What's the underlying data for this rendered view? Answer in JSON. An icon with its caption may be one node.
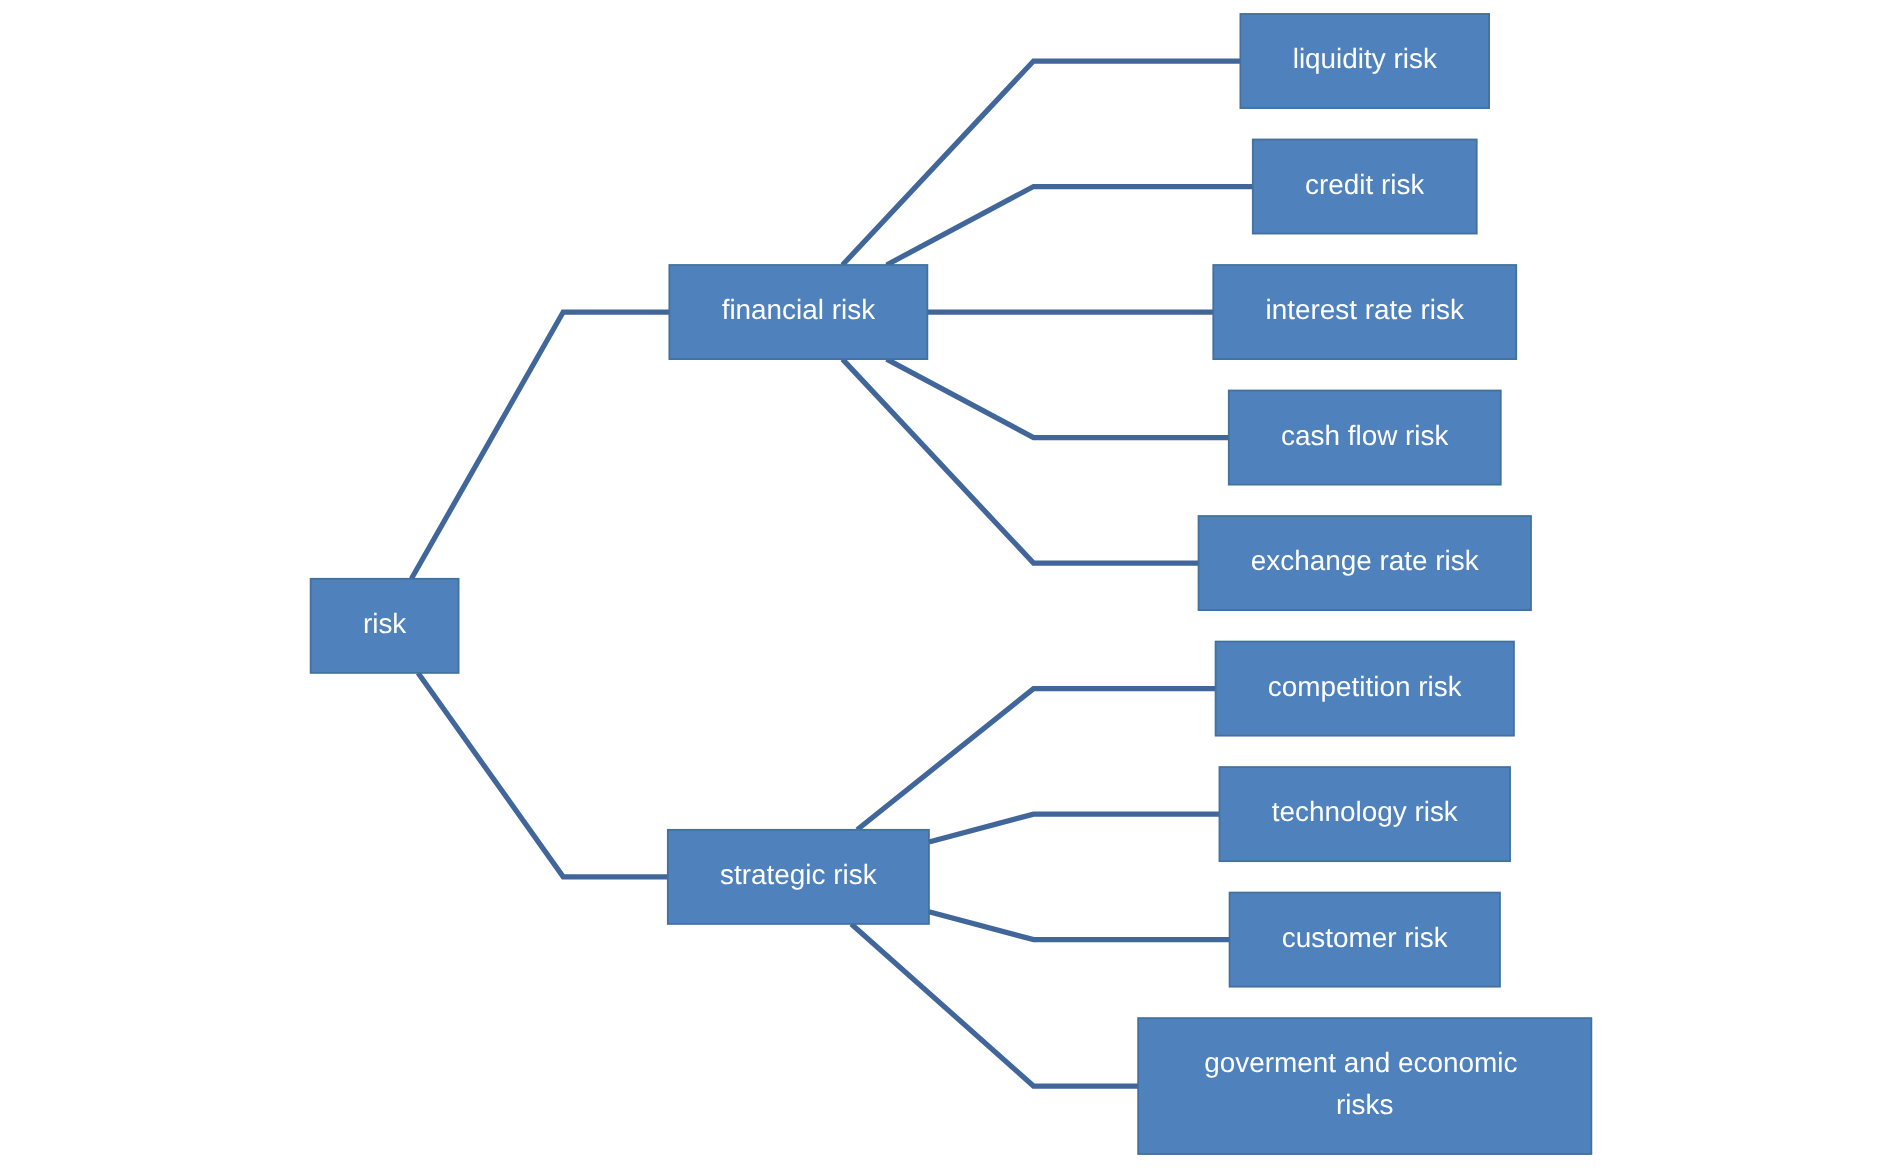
{
  "diagram": {
    "nodes": [
      {
        "text": [
          "risk"
        ]
      },
      {
        "text": [
          "financial risk"
        ]
      },
      {
        "text": [
          "liquidity risk"
        ]
      },
      {
        "text": [
          "credit risk"
        ]
      },
      {
        "text": [
          "interest rate risk"
        ]
      },
      {
        "text": [
          "cash flow risk"
        ]
      },
      {
        "text": [
          "exchange rate risk"
        ]
      },
      {
        "text": [
          "strategic risk"
        ]
      },
      {
        "text": [
          "competition risk"
        ]
      },
      {
        "text": [
          "technology risk"
        ]
      },
      {
        "text": [
          "customer risk"
        ]
      },
      {
        "text": [
          "goverment and economic risks"
        ]
      }
    ],
    "edges": [
      {
        "from": 0,
        "to": 1,
        "arrow": "none"
      },
      {
        "from": 0,
        "to": 7,
        "arrow": "none"
      },
      {
        "from": 1,
        "to": 2,
        "arrow": "none"
      },
      {
        "from": 1,
        "to": 3,
        "arrow": "none"
      },
      {
        "from": 1,
        "to": 4,
        "arrow": "none"
      },
      {
        "from": 1,
        "to": 5,
        "arrow": "none"
      },
      {
        "from": 1,
        "to": 6,
        "arrow": "none"
      },
      {
        "from": 7,
        "to": 8,
        "arrow": "none"
      },
      {
        "from": 7,
        "to": 9,
        "arrow": "none"
      },
      {
        "from": 7,
        "to": 10,
        "arrow": "none"
      },
      {
        "from": 7,
        "to": 11,
        "arrow": "none"
      }
    ]
  }
}
